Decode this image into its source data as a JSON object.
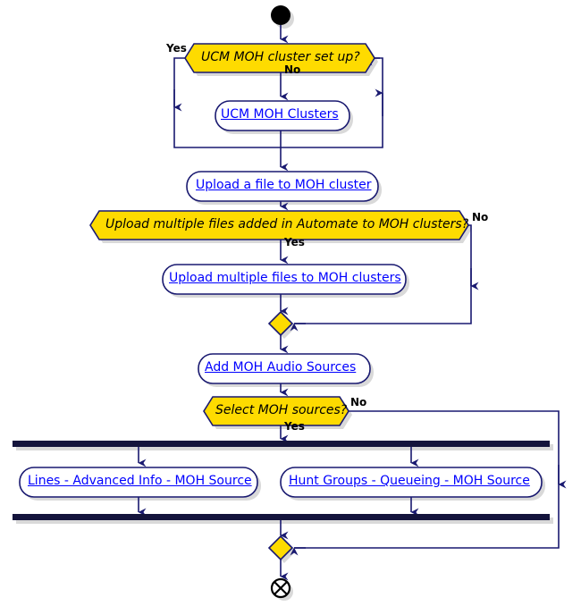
{
  "diagram": {
    "type": "activity-flowchart",
    "colors": {
      "decision_fill": "#FEDB00",
      "activity_fill": "#FFFFFF",
      "stroke": "#191970",
      "link_text": "#0000FF",
      "bar_fill": "#14143C",
      "shadow": "#B0B0B0",
      "start_end": "#000000",
      "background": "#FFFFFF"
    },
    "start_node": {
      "name": "start-node",
      "shape": "filled-circle"
    },
    "end_node": {
      "name": "end-node",
      "shape": "circle-with-x"
    },
    "nodes": [
      {
        "id": "d1",
        "kind": "decision",
        "label": "UCM MOH cluster set up?"
      },
      {
        "id": "a1",
        "kind": "activity",
        "label": "UCM MOH Clusters"
      },
      {
        "id": "a2",
        "kind": "activity",
        "label": "Upload a file to MOH cluster"
      },
      {
        "id": "d2",
        "kind": "decision",
        "label": "Upload multiple files added in Automate to MOH clusters?"
      },
      {
        "id": "a3",
        "kind": "activity",
        "label": "Upload multiple files to MOH clusters"
      },
      {
        "id": "m1",
        "kind": "merge",
        "label": ""
      },
      {
        "id": "a4",
        "kind": "activity",
        "label": "Add MOH Audio Sources"
      },
      {
        "id": "d3",
        "kind": "decision",
        "label": "Select MOH sources?"
      },
      {
        "id": "fork1",
        "kind": "fork-bar",
        "label": ""
      },
      {
        "id": "a5",
        "kind": "activity",
        "label": "Lines - Advanced Info - MOH Source"
      },
      {
        "id": "a6",
        "kind": "activity",
        "label": "Hunt Groups - Queueing - MOH Source"
      },
      {
        "id": "join1",
        "kind": "join-bar",
        "label": ""
      },
      {
        "id": "m2",
        "kind": "merge",
        "label": ""
      }
    ],
    "branch_labels": [
      {
        "id": "b1",
        "text": "Yes",
        "from": "d1"
      },
      {
        "id": "b2",
        "text": "No",
        "from": "d1"
      },
      {
        "id": "b3",
        "text": "No",
        "from": "d2"
      },
      {
        "id": "b4",
        "text": "Yes",
        "from": "d2"
      },
      {
        "id": "b5",
        "text": "No",
        "from": "d3"
      },
      {
        "id": "b6",
        "text": "Yes",
        "from": "d3"
      }
    ]
  }
}
